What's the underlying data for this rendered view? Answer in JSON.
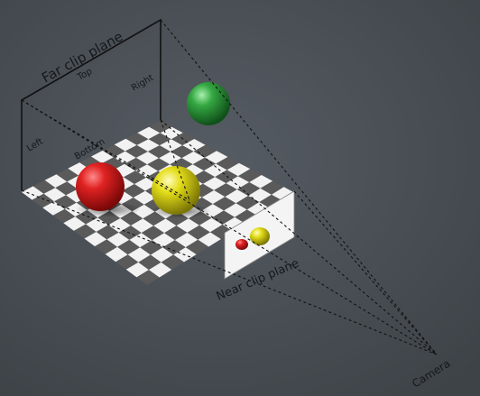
{
  "diagram": {
    "labels": {
      "far_clip_plane": "Far clip plane",
      "top": "Top",
      "right": "Right",
      "left": "Left",
      "bottom": "Bottom",
      "near_clip_plane": "Near clip plane",
      "camera": "Camera"
    },
    "colors": {
      "background": "#4a4f55",
      "checker_dark": "#5a5a5a",
      "checker_light": "#f2f2f2",
      "red_sphere": "#d21818",
      "yellow_sphere": "#d8d414",
      "green_sphere": "#2e9a3a",
      "near_plane": "#f4f4f4",
      "line": "#111111"
    }
  }
}
